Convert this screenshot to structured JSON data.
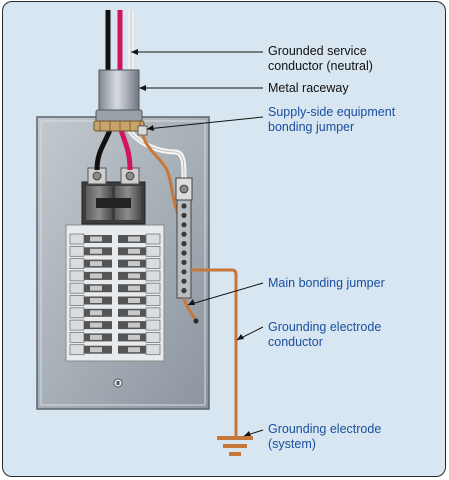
{
  "colors": {
    "background": "#d7e6f0",
    "panel": "#a8b0b8",
    "copper": "#c8773a",
    "black_wire": "#111111",
    "red_wire": "#d4145a",
    "white_wire": "#f2f2f2",
    "label_black": "#111111",
    "label_blue": "#1a4fa0"
  },
  "labels": {
    "grounded_service_conductor": [
      "Grounded service",
      "conductor (neutral)"
    ],
    "metal_raceway": [
      "Metal raceway"
    ],
    "supply_side_bonding_jumper": [
      "Supply-side equipment",
      "bonding jumper"
    ],
    "main_bonding_jumper": [
      "Main bonding jumper"
    ],
    "grounding_electrode_conductor": [
      "Grounding electrode",
      "conductor"
    ],
    "grounding_electrode_system": [
      "Grounding electrode",
      "(system)"
    ]
  },
  "icons": {
    "panel": "electrical-panel-icon",
    "ground": "ground-rod-icon"
  }
}
